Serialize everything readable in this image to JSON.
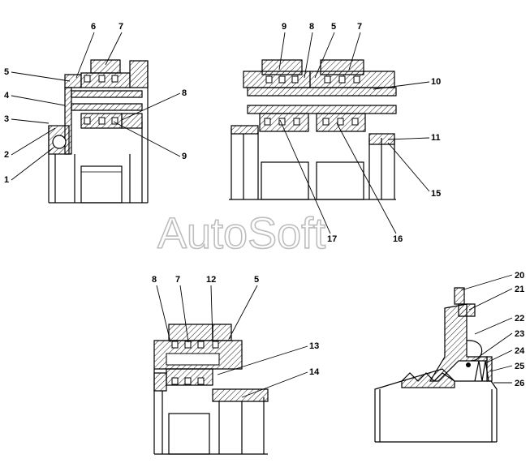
{
  "watermark": "AutoSoft",
  "views": [
    {
      "id": "view-a",
      "labels": [
        "6",
        "7",
        "5",
        "4",
        "3",
        "8",
        "2",
        "1",
        "9"
      ]
    },
    {
      "id": "view-b",
      "labels": [
        "9",
        "8",
        "5",
        "7",
        "10",
        "11",
        "15",
        "17",
        "16"
      ]
    },
    {
      "id": "view-c",
      "labels": [
        "8",
        "7",
        "12",
        "5",
        "13",
        "14"
      ]
    },
    {
      "id": "view-d",
      "labels": [
        "20",
        "21",
        "22",
        "23",
        "24",
        "25",
        "26"
      ]
    }
  ]
}
